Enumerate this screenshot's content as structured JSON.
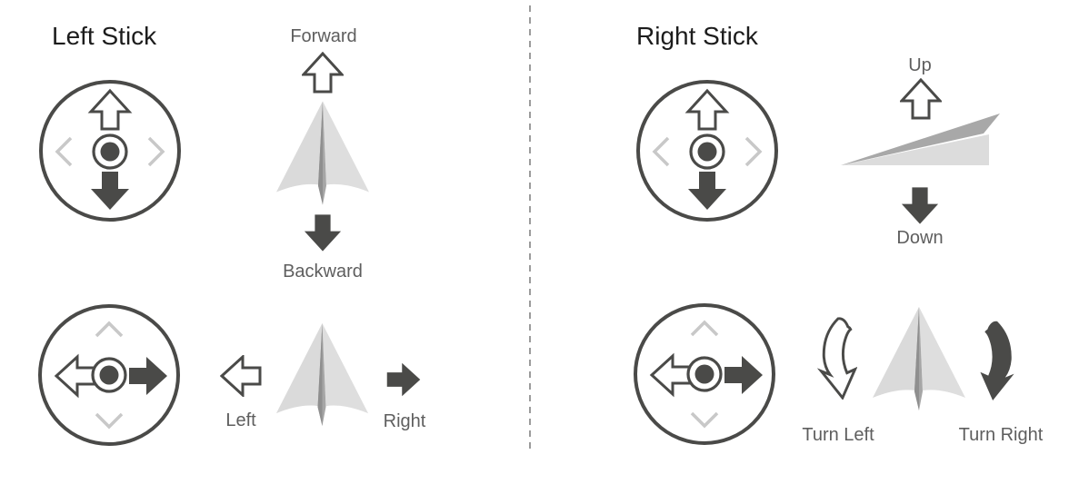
{
  "left_stick": {
    "title": "Left Stick",
    "move_forward_backward": {
      "top_label": "Forward",
      "bottom_label": "Backward"
    },
    "move_left_right": {
      "left_label": "Left",
      "right_label": "Right"
    }
  },
  "right_stick": {
    "title": "Right Stick",
    "altitude": {
      "top_label": "Up",
      "bottom_label": "Down"
    },
    "yaw": {
      "left_label": "Turn Left",
      "right_label": "Turn Right"
    }
  },
  "icons": {
    "joystick_vertical": [
      "up-arrow-outline-icon",
      "down-arrow-filled-icon",
      "left-chevron-icon",
      "right-chevron-icon",
      "stick-knob-icon"
    ],
    "joystick_horizontal": [
      "left-arrow-outline-icon",
      "right-arrow-filled-icon",
      "up-chevron-icon",
      "down-chevron-icon",
      "stick-knob-icon"
    ],
    "drone_glyphs": [
      "drone-top-view-icon",
      "drone-side-view-icon"
    ],
    "turn_arrows": [
      "turn-left-curved-arrow-icon",
      "turn-right-curved-arrow-icon"
    ]
  },
  "colors": {
    "dark": "#4a4a48",
    "chevron_muted": "#c8c8c8",
    "label_text": "#5e5e5e",
    "title_text": "#1c1c1c",
    "plane_light": "#dadada",
    "plane_fold": "#9a9a9a",
    "wedge_wing": "#a8a8a8",
    "divider": "#9b9b9b"
  }
}
